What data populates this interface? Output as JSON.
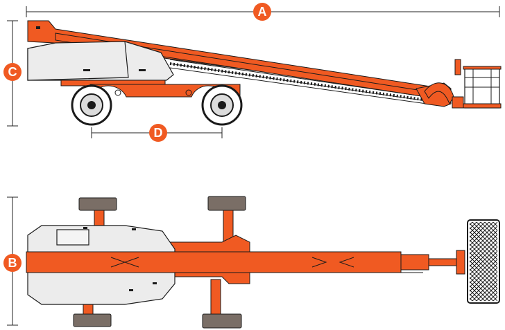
{
  "colors": {
    "accent": "#f05a22",
    "outline": "#1a1a1a",
    "body": "#ececec",
    "tire_top": "#7a6e66"
  },
  "dimensions": [
    {
      "key": "A",
      "label": "A"
    },
    {
      "key": "B",
      "label": "B"
    },
    {
      "key": "C",
      "label": "C"
    },
    {
      "key": "D",
      "label": "D"
    }
  ]
}
